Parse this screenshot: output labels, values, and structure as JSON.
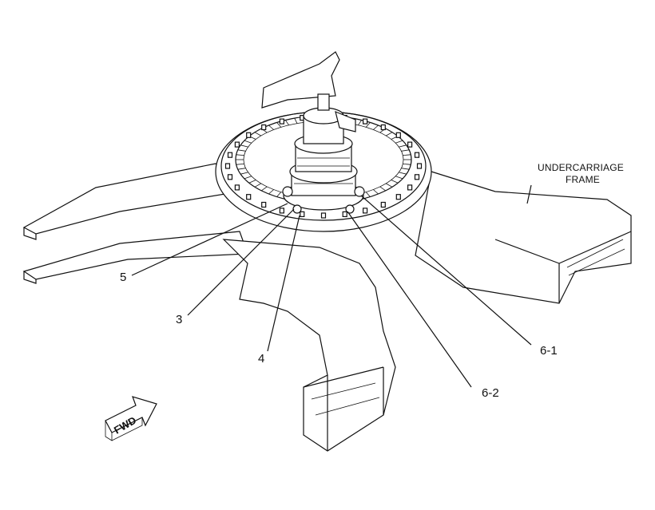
{
  "figure": {
    "frame_label_line1": "UNDERCARRIAGE",
    "frame_label_line2": "FRAME",
    "fwd_arrow_label": "FWD",
    "callouts": [
      "5",
      "3",
      "4",
      "6-2",
      "6-1"
    ]
  }
}
